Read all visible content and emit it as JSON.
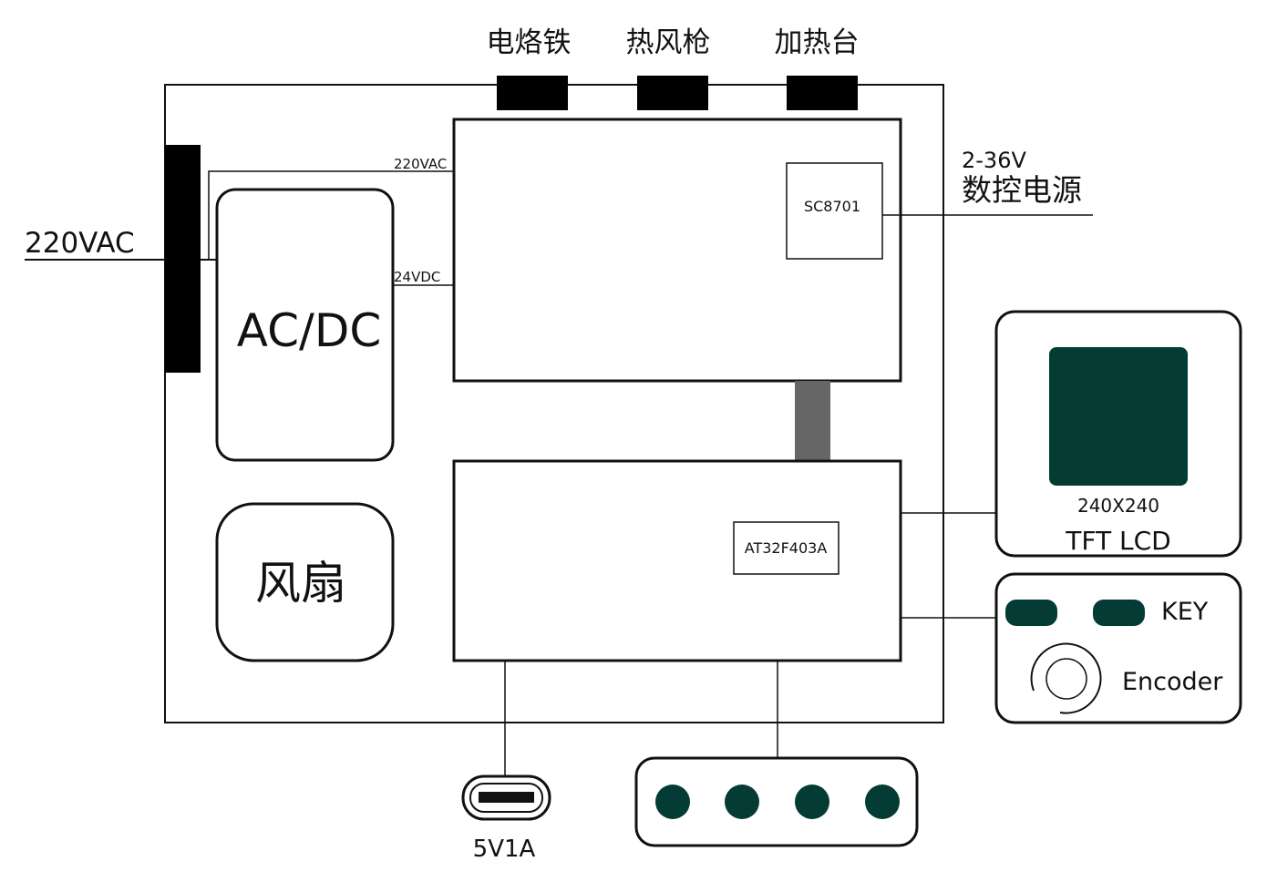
{
  "labels": {
    "input_voltage": "220VAC",
    "soldering_iron": "电烙铁",
    "hot_air_gun": "热风枪",
    "heating_plate": "加热台",
    "acdc": "AC/DC",
    "fan": "风扇",
    "line_220vac": "220VAC",
    "line_24vdc": "24VDC",
    "power_chip": "SC8701",
    "mcu_chip": "AT32F403A",
    "psu_range": "2-36V",
    "psu_name": "数控电源",
    "lcd_resolution": "240X240",
    "lcd_name": "TFT LCD",
    "key_label": "KEY",
    "encoder_label": "Encoder",
    "usb_label": "5V1A"
  },
  "colors": {
    "dark_teal": "#053b35",
    "connector_black": "#000000",
    "ribbon_gray": "#666666",
    "outline": "#111111"
  },
  "icons": {
    "usb": "usb-c-port-icon",
    "encoder": "rotary-encoder-icon",
    "buttons": "push-button-icon",
    "io_holes": "round-terminal-icon"
  },
  "terminals_count": 4
}
